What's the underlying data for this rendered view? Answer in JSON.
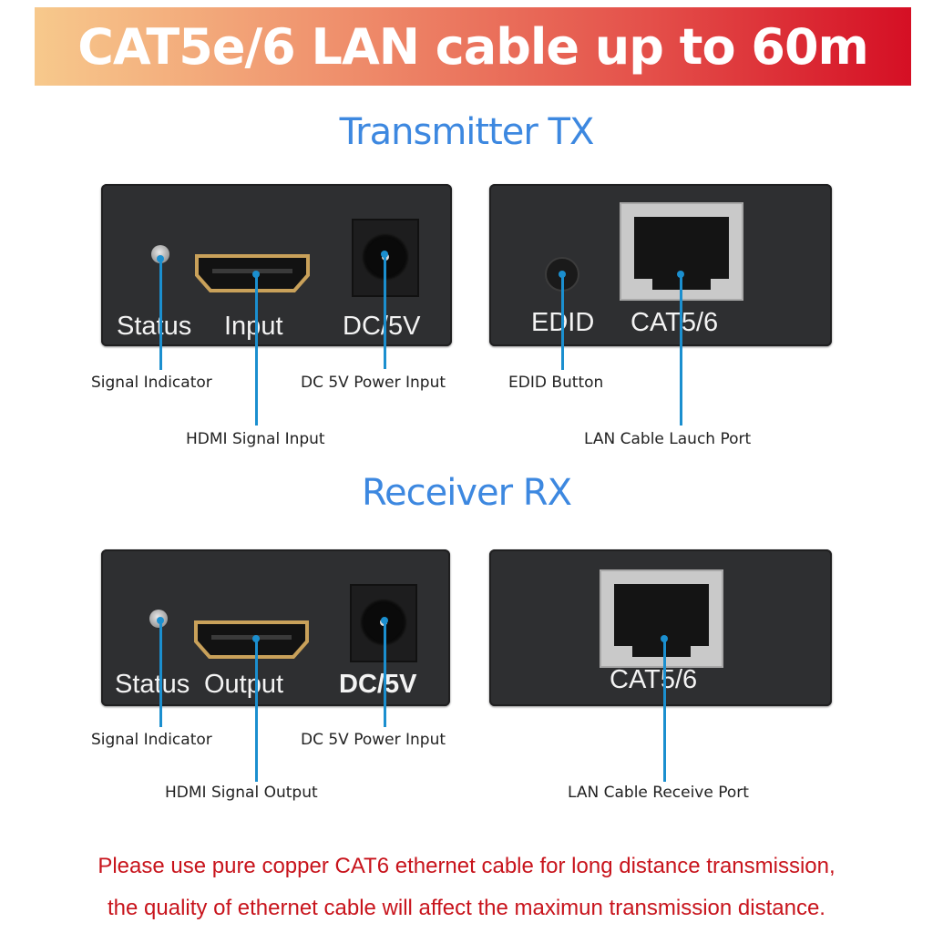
{
  "banner": {
    "title": "CAT5e/6 LAN cable up to 60m",
    "gradient_start": "#f7c98c",
    "gradient_end": "#d50f24"
  },
  "transmitter": {
    "title": "Transmitter TX",
    "front_panel": {
      "labels": {
        "status": "Status",
        "input": "Input",
        "dc": "DC/5V"
      },
      "callouts": {
        "led": "Signal Indicator",
        "hdmi": "HDMI Signal Input",
        "dc": "DC 5V Power Input"
      }
    },
    "back_panel": {
      "labels": {
        "edid": "EDID",
        "cat": "CAT5/6"
      },
      "callouts": {
        "edid": "EDID Button",
        "lan": "LAN Cable Lauch Port"
      }
    }
  },
  "receiver": {
    "title": "Receiver RX",
    "front_panel": {
      "labels": {
        "status": "Status",
        "output": "Output",
        "dc": "DC/5V"
      },
      "callouts": {
        "led": "Signal Indicator",
        "hdmi": "HDMI Signal Output",
        "dc": "DC 5V Power Input"
      }
    },
    "back_panel": {
      "labels": {
        "cat": "CAT5/6"
      },
      "callouts": {
        "lan": "LAN Cable Receive Port"
      }
    }
  },
  "footer_note": {
    "line1": "Please use pure copper CAT6 ethernet cable for long distance transmission,",
    "line2": "the quality of ethernet cable will affect the maximun transmission distance."
  },
  "colors": {
    "title_blue": "#3d88e0",
    "leader_blue": "#1b8fcf",
    "note_red": "#c8141c",
    "panel_dark": "#2e2f31"
  }
}
